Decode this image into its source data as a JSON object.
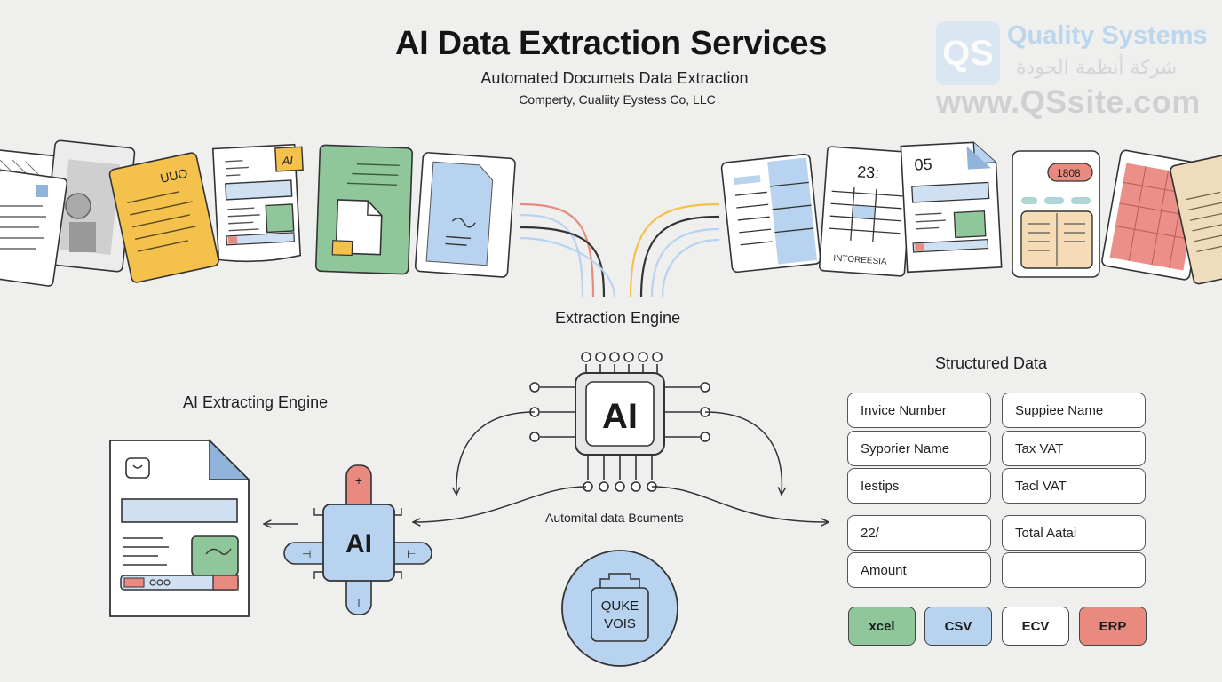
{
  "header": {
    "title": "AI Data Extraction Services",
    "subtitle": "Automated Documets Data Extraction",
    "company": "Comperty, Cualiity Eystess Co, LLC"
  },
  "watermark": {
    "logo_text": "QS",
    "name": "Quality Systems",
    "arabic_name": "شركة أنظمة الجودة",
    "url": "www.QSsite.com"
  },
  "documents": {
    "ai_tag": "AI",
    "doc_right_number_1": "23:",
    "doc_right_number_2": "05",
    "doc_right_footer": "INTOREESIA",
    "doc_badge": "1808"
  },
  "engine": {
    "label": "Extraction Engine",
    "chip_label": "AI",
    "caption": "Automital data Bcuments"
  },
  "left_section": {
    "label": "AI Extracting Engine",
    "hub_label": "AI"
  },
  "bubble": {
    "line1": "QUKE",
    "line2": "VOIS"
  },
  "structured": {
    "label": "Structured Data",
    "fields": [
      "Invice Number",
      "Suppiee Name",
      "Syporier Name",
      "Tax VAT",
      "Iestips",
      "Tacl VAT",
      "22/",
      "Total Aatai",
      "Amount",
      ""
    ]
  },
  "formats": [
    {
      "label": "xcel",
      "color": "#8fc79a"
    },
    {
      "label": "CSV",
      "color": "#b7d3ef"
    },
    {
      "label": "ECV",
      "color": "#ffffff"
    },
    {
      "label": "ERP",
      "color": "#e88a80"
    }
  ]
}
